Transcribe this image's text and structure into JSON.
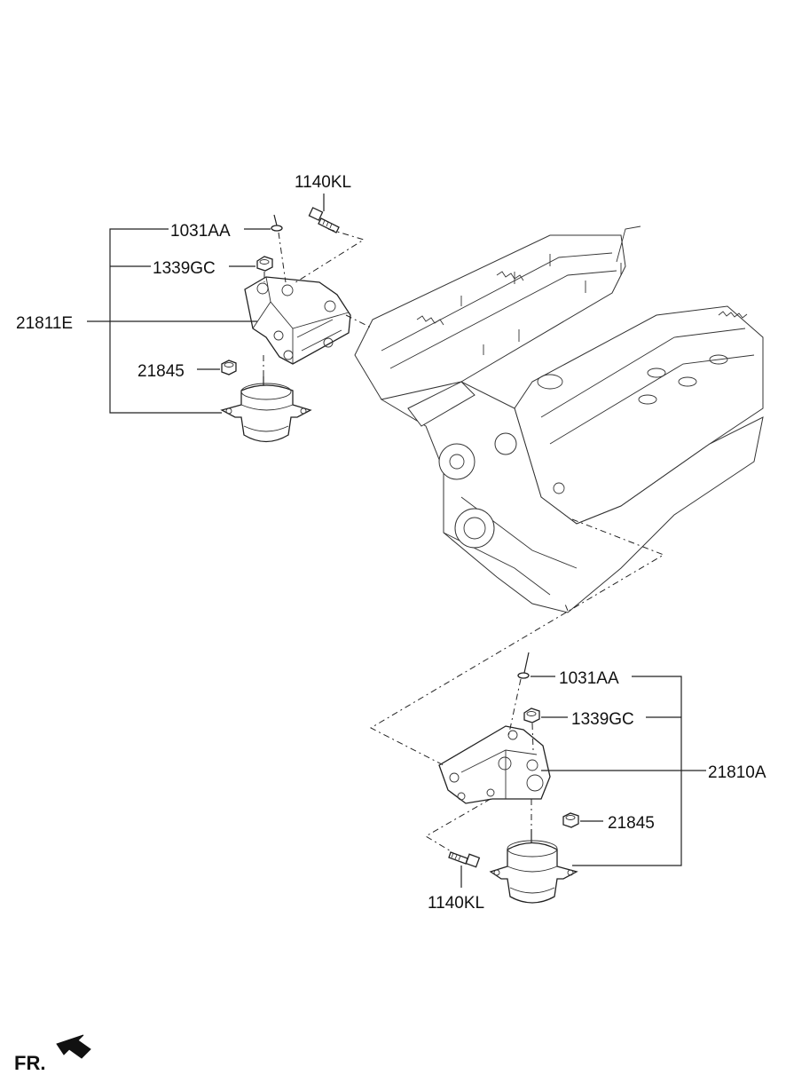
{
  "labels": {
    "top_bolt": "1140KL",
    "top_stud": "1031AA",
    "top_nut": "1339GC",
    "left_bracket": "21811E",
    "top_small_nut": "21845",
    "bottom_stud": "1031AA",
    "bottom_nut": "1339GC",
    "right_bracket": "21810A",
    "bottom_small_nut": "21845",
    "bottom_bolt": "1140KL"
  },
  "direction_marker": "FR."
}
